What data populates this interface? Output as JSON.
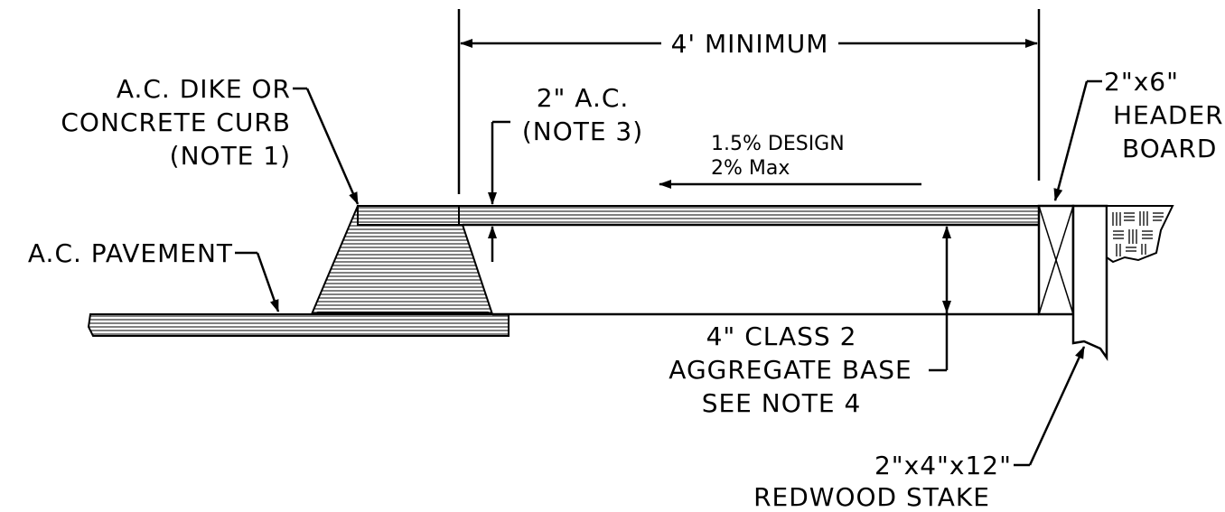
{
  "labels": {
    "dimension_width": "4' MINIMUM",
    "dike_line1": "A.C. DIKE OR",
    "dike_line2": "CONCRETE CURB",
    "dike_line3": "(NOTE 1)",
    "ac_thickness_line1": "2\" A.C.",
    "ac_thickness_line2": "(NOTE 3)",
    "slope_line1": "1.5% DESIGN",
    "slope_line2": "2% Max",
    "header_line1": "2\"x6\"",
    "header_line2": "HEADER",
    "header_line3": "BOARD",
    "pavement": "A.C. PAVEMENT",
    "base_line1": "4\" CLASS 2",
    "base_line2": "AGGREGATE BASE",
    "base_line3": "SEE NOTE 4",
    "stake_line1": "2\"x4\"x12\"",
    "stake_line2": "REDWOOD STAKE"
  }
}
